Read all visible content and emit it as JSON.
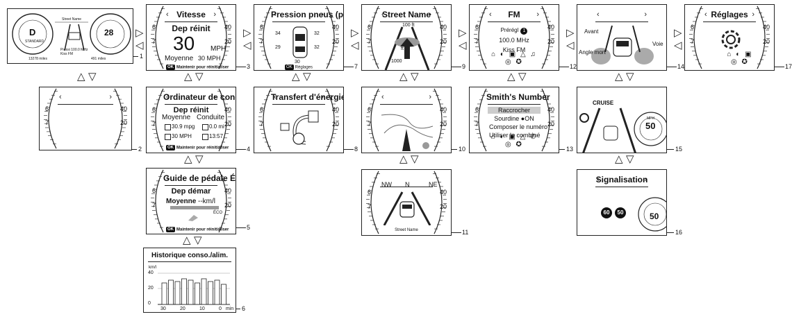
{
  "arrows": {
    "up": "△",
    "down": "▽",
    "right": "▷",
    "left": "◁"
  },
  "gauge_ticks": {
    "left_hi": "6",
    "left_lo": "7",
    "right_hi": "40",
    "right_lo": "20"
  },
  "chevrons": {
    "left": "‹",
    "right": "›"
  },
  "ok_badge": "OK",
  "panel_numbers": [
    "1",
    "2",
    "3",
    "4",
    "5",
    "6",
    "7",
    "8",
    "9",
    "10",
    "11",
    "12",
    "13",
    "14",
    "15",
    "16",
    "17"
  ],
  "p1": {
    "gear": "D",
    "mode": "STANDARD",
    "street": "Street Name",
    "speed": "28",
    "tire": "Pressi 100.0 MHz",
    "radio": "Kiss FM",
    "odo": "13278 miles",
    "range": "491 miles"
  },
  "p3": {
    "title": "Vitesse",
    "line1": "Dep réinit",
    "value": "30",
    "unit": "MPH",
    "avg_label": "Moyenne",
    "avg_value": "30 MPH",
    "hint": "Maintenir pour réinitialiser"
  },
  "p4": {
    "title": "Ordinateur de cond.",
    "line1": "Dep réinit",
    "avg": "Moyenne",
    "drive": "Conduite",
    "mpg": "30.9 mpg",
    "dist": "0.0 mi",
    "speed": "30 MPH",
    "time": "13:57",
    "hint": "Maintenir pour réinitialiser"
  },
  "p5": {
    "title": "Guide de pédale ÉCO",
    "line1": "Dep démar",
    "avg": "Moyenne",
    "unit": "--km/l",
    "eco": "ÉCO",
    "hint": "Maintenir pour réinitialiser"
  },
  "p6": {
    "title": "Historique conso./alim.",
    "ylabel": "km/l",
    "yticks": [
      "40",
      "20",
      "0"
    ],
    "xticks": [
      "30",
      "20",
      "10",
      "0"
    ],
    "xunit": "min"
  },
  "p7": {
    "title": "Pression pneus (psi)",
    "fl": "34",
    "fr": "32",
    "rl": "29",
    "rr": "32",
    "spare": "30",
    "settings": "Réglages"
  },
  "p8": {
    "title": "Transfert d'énergie"
  },
  "p9": {
    "title": "Street Name",
    "dist1": "100 ft",
    "dist2": "ft",
    "dist3": "1000"
  },
  "p11": {
    "west": "NW",
    "north": "N",
    "east": "NE",
    "street": "Street Name"
  },
  "p12": {
    "title": "FM",
    "preset": "Prérégl",
    "preset_num": "1",
    "freq": "100.0 MHz",
    "station": "Kiss FM"
  },
  "p13": {
    "title": "Smith's Number",
    "opt1": "Raccrocher",
    "opt2": "Sourdine ●ON",
    "opt3": "Composer le numéro",
    "opt4": "Utiliser le combiné"
  },
  "p14": {
    "front": "Avant",
    "blind": "Angle mort",
    "lane": "Voie"
  },
  "p15": {
    "title": "CRUISE",
    "speed": "50",
    "unit": "MPH"
  },
  "p16": {
    "title": "Signalisation",
    "sign1": "60",
    "sign2": "50",
    "speed": "50"
  },
  "p17": {
    "title": "Réglages"
  }
}
